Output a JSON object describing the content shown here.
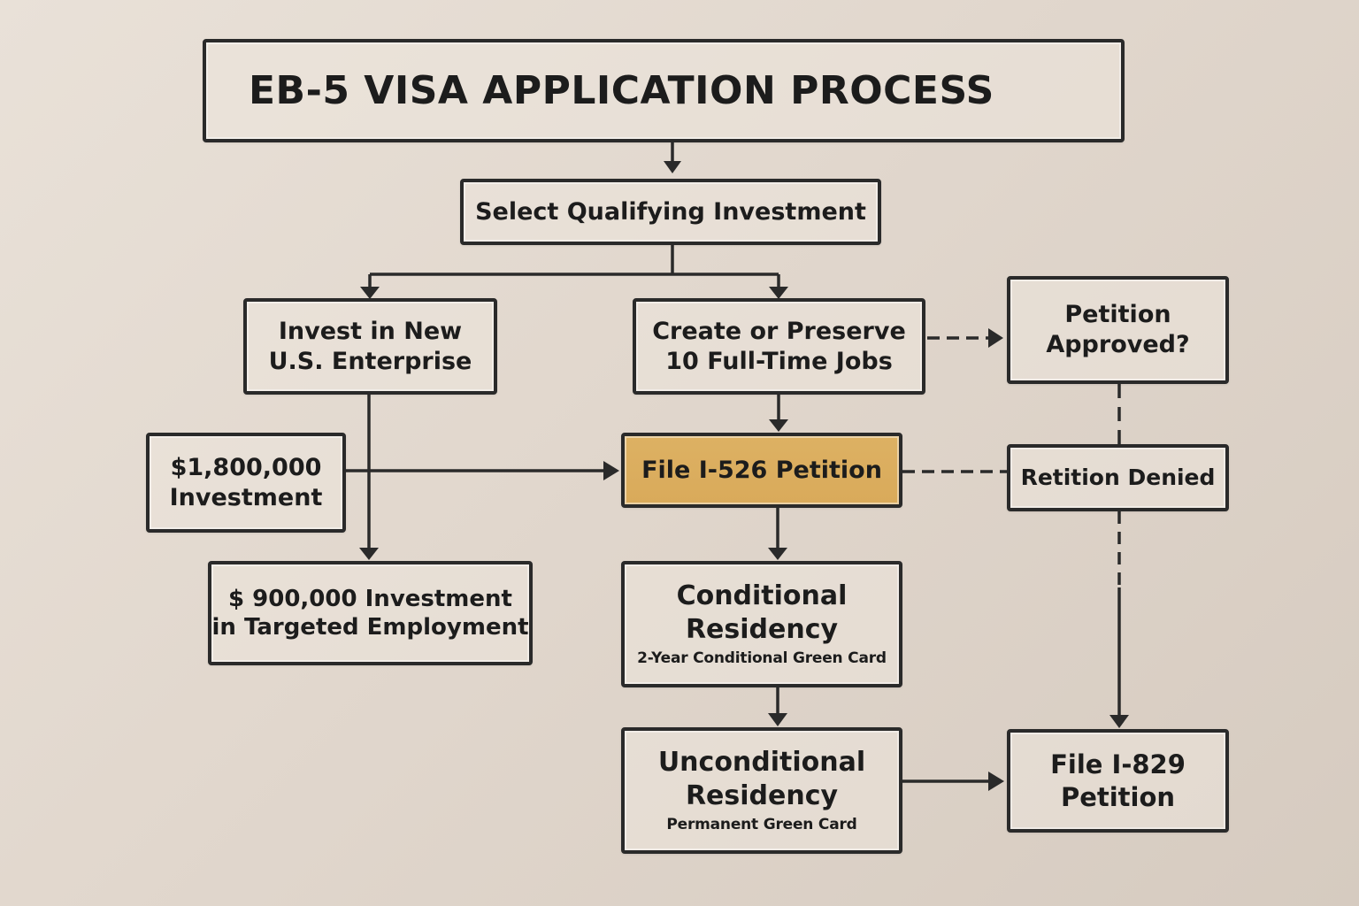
{
  "title": "EB-5 VISA APPLICATION PROCESS",
  "colors": {
    "background": "#e4dbd1",
    "line": "#2a2a2a",
    "highlight": "#dbad5f"
  },
  "nodes": {
    "select": {
      "lines": [
        "Select Qualifying Investment"
      ]
    },
    "invest": {
      "lines": [
        "Invest in New",
        "U.S. Enterprise"
      ]
    },
    "jobs": {
      "lines": [
        "Create or Preserve",
        "10 Full-Time Jobs"
      ]
    },
    "approved": {
      "lines": [
        "Petition",
        "Approved?"
      ]
    },
    "invest_1800": {
      "lines": [
        "$1,800,000",
        "Investment"
      ]
    },
    "i526": {
      "lines": [
        "File I-526 Petition"
      ],
      "highlighted": true
    },
    "denied": {
      "lines": [
        "Retition Denied"
      ]
    },
    "invest_900": {
      "lines": [
        "$ 900,000 Investment",
        "in Targeted Employment"
      ]
    },
    "conditional": {
      "lines": [
        "Conditional",
        "Residency"
      ],
      "subtitle": "2-Year Conditional Green Card"
    },
    "unconditional": {
      "lines": [
        "Unconditional",
        "Residency"
      ],
      "subtitle": "Permanent Green Card"
    },
    "i829": {
      "lines": [
        "File I-829",
        "Petition"
      ]
    }
  },
  "edges": [
    {
      "from": "title",
      "to": "select",
      "style": "solid"
    },
    {
      "from": "select",
      "to": "invest",
      "style": "solid"
    },
    {
      "from": "select",
      "to": "jobs",
      "style": "solid"
    },
    {
      "from": "jobs",
      "to": "approved",
      "style": "dashed"
    },
    {
      "from": "jobs",
      "to": "i526",
      "style": "solid"
    },
    {
      "from": "invest",
      "to": "invest_900",
      "style": "solid"
    },
    {
      "from": "invest_1800",
      "to": "i526",
      "style": "solid"
    },
    {
      "from": "i526",
      "to": "denied",
      "style": "dashed"
    },
    {
      "from": "approved",
      "to": "denied",
      "style": "dashed"
    },
    {
      "from": "denied",
      "to": "i829",
      "style": "dashed-then-solid"
    },
    {
      "from": "i526",
      "to": "conditional",
      "style": "solid"
    },
    {
      "from": "conditional",
      "to": "unconditional",
      "style": "solid"
    },
    {
      "from": "unconditional",
      "to": "i829",
      "style": "solid"
    }
  ]
}
